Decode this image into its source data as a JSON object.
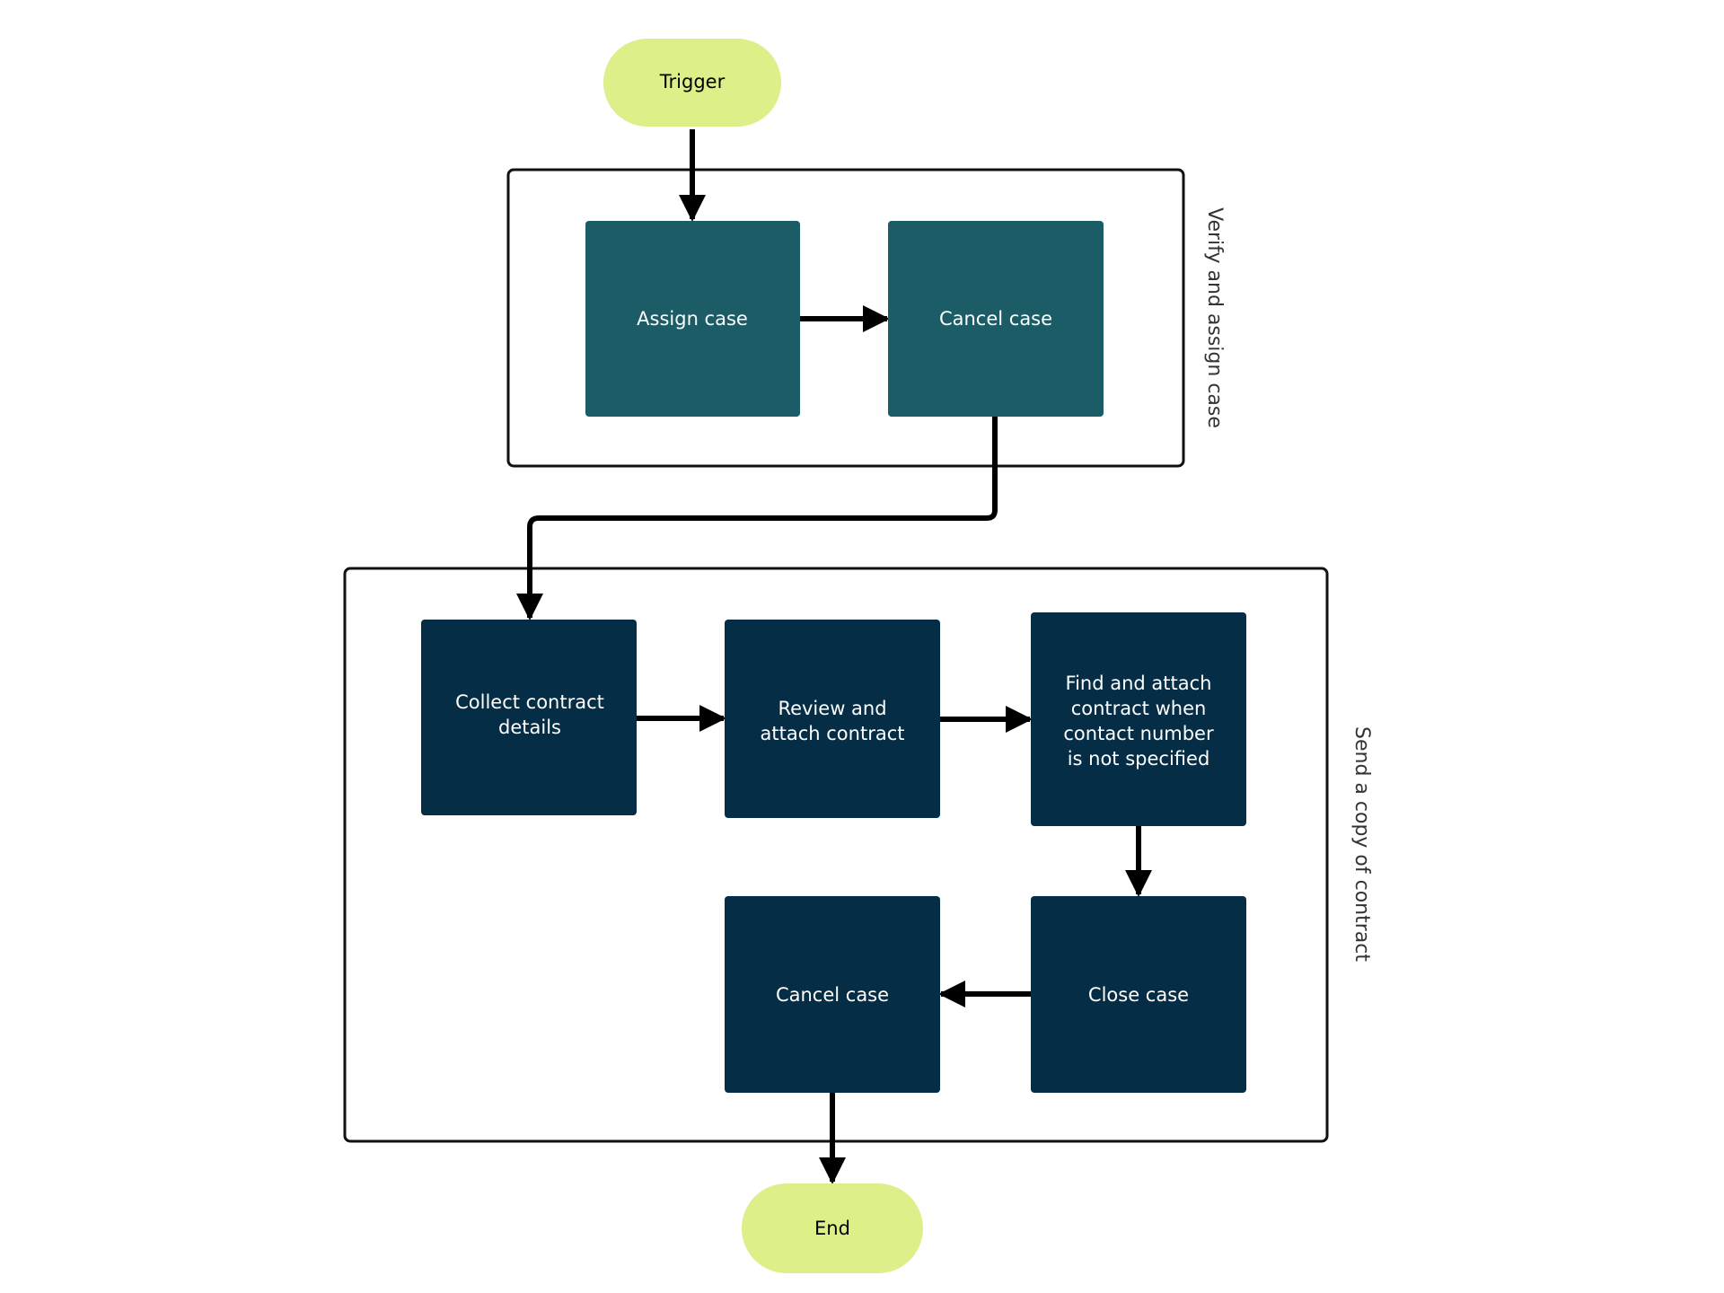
{
  "colors": {
    "terminal_fill": "#dcef89",
    "group1_box_fill": "#1b5c66",
    "group2_box_fill": "#052d45",
    "connector": "#000000",
    "group_border": "#111111"
  },
  "terminals": {
    "start": {
      "label": "Trigger"
    },
    "end": {
      "label": "End"
    }
  },
  "groups": [
    {
      "label": "Verify and assign case",
      "steps": [
        {
          "lines": [
            "Assign case"
          ]
        },
        {
          "lines": [
            "Cancel case"
          ]
        }
      ]
    },
    {
      "label": "Send a copy of contract",
      "steps": [
        {
          "lines": [
            "Collect contract",
            "details"
          ]
        },
        {
          "lines": [
            "Review and",
            "attach contract"
          ]
        },
        {
          "lines": [
            "Find and attach",
            "contract when",
            "contact number",
            "is not specified"
          ]
        },
        {
          "lines": [
            "Close case"
          ]
        },
        {
          "lines": [
            "Cancel case"
          ]
        }
      ]
    }
  ]
}
